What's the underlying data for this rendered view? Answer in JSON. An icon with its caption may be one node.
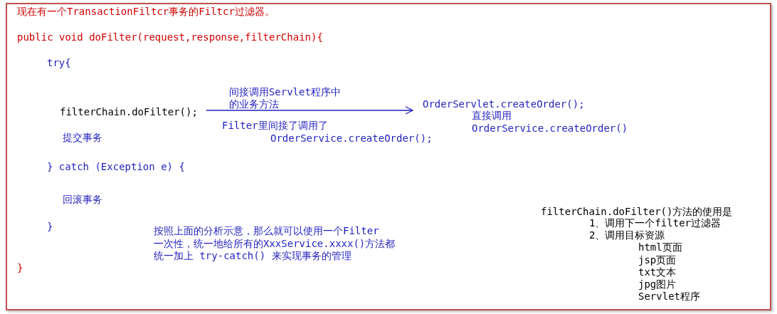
{
  "diagram": {
    "nodes": [
      {
        "text": [
          "filterChain.doFilter();"
        ]
      },
      {
        "text": [
          "OrderServlet.createOrder();"
        ]
      }
    ],
    "edges": [
      {
        "from": 0,
        "to": 1,
        "arrow": "to",
        "label": "间接调用Servlet程序中的业务方法"
      }
    ],
    "labels": [
      "现在有一个TransactionFiltcr事务的Filtcr过滤器。",
      "public void doFilter(request,response,filterChain){",
      "try{",
      "Filter里间接了调用了",
      "OrderService.createOrder();",
      "直接调用",
      "OrderService.createOrder()",
      "提交事务",
      "} catch (Exception e) {",
      "回滚事务",
      "}",
      "按照上面的分析示意，那么就可以使用一个Filter",
      "一次性，统一地给所有的XxxService.xxxx()方法都",
      "统一加上 try-catch() 来实现事务的管理",
      "}",
      "filterChain.doFilter()方法的使用是",
      "1、调用下一个filter过滤器",
      "2、调用目标资源",
      "html页面",
      "jsp页面",
      "txt文本",
      "jpg图片",
      "Servlet程序"
    ]
  }
}
